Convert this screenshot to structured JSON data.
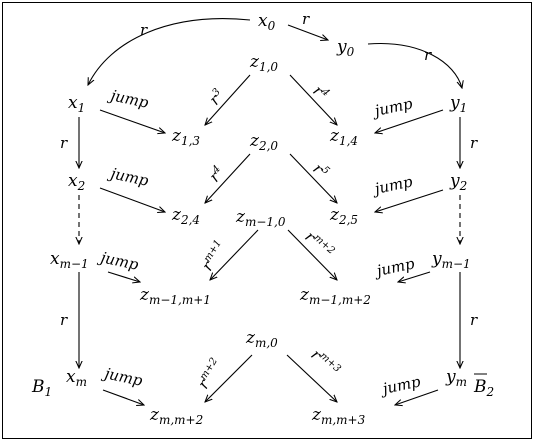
{
  "diagram": {
    "nodes": [
      {
        "id": "x0",
        "base": "x",
        "sub": "0"
      },
      {
        "id": "y0",
        "base": "y",
        "sub": "0"
      },
      {
        "id": "x1",
        "base": "x",
        "sub": "1"
      },
      {
        "id": "y1",
        "base": "y",
        "sub": "1"
      },
      {
        "id": "z10",
        "base": "z",
        "sub": "1,0"
      },
      {
        "id": "z13",
        "base": "z",
        "sub": "1,3"
      },
      {
        "id": "z14",
        "base": "z",
        "sub": "1,4"
      },
      {
        "id": "z20",
        "base": "z",
        "sub": "2,0"
      },
      {
        "id": "x2",
        "base": "x",
        "sub": "2"
      },
      {
        "id": "y2",
        "base": "y",
        "sub": "2"
      },
      {
        "id": "z24",
        "base": "z",
        "sub": "2,4"
      },
      {
        "id": "z25",
        "base": "z",
        "sub": "2,5"
      },
      {
        "id": "zm10",
        "base": "z",
        "sub": "m−1,0"
      },
      {
        "id": "xm1",
        "base": "x",
        "sub": "m−1"
      },
      {
        "id": "ym1",
        "base": "y",
        "sub": "m−1"
      },
      {
        "id": "zm1m1",
        "base": "z",
        "sub": "m−1,m+1"
      },
      {
        "id": "zm1m2",
        "base": "z",
        "sub": "m−1,m+2"
      },
      {
        "id": "zm0",
        "base": "z",
        "sub": "m,0"
      },
      {
        "id": "xm",
        "base": "x",
        "sub": "m"
      },
      {
        "id": "ym",
        "base": "y",
        "sub": "m"
      },
      {
        "id": "zmm2",
        "base": "z",
        "sub": "m,m+2"
      },
      {
        "id": "zmm3",
        "base": "z",
        "sub": "m,m+3"
      },
      {
        "id": "B1",
        "base": "B",
        "sub": "1"
      },
      {
        "id": "B2",
        "base": "B",
        "sub": "2",
        "overline": true
      }
    ],
    "edge_labels": [
      {
        "id": "r-x0-x1",
        "base": "r"
      },
      {
        "id": "r-x0-y0",
        "base": "r"
      },
      {
        "id": "r-y0-y1",
        "base": "r"
      },
      {
        "id": "r-x1-x2",
        "base": "r"
      },
      {
        "id": "r-y1-y2",
        "base": "r"
      },
      {
        "id": "r-xm1-xm",
        "base": "r"
      },
      {
        "id": "r-ym1-ym",
        "base": "r"
      },
      {
        "id": "jump-x1",
        "base": "jump"
      },
      {
        "id": "jump-y1",
        "base": "jump"
      },
      {
        "id": "jump-x2",
        "base": "jump"
      },
      {
        "id": "jump-y2",
        "base": "jump"
      },
      {
        "id": "jump-xm1",
        "base": "jump"
      },
      {
        "id": "jump-ym1",
        "base": "jump"
      },
      {
        "id": "jump-xm",
        "base": "jump"
      },
      {
        "id": "jump-ym",
        "base": "jump"
      },
      {
        "id": "r3",
        "base": "r",
        "sup": "3"
      },
      {
        "id": "r4a",
        "base": "r",
        "sup": "4"
      },
      {
        "id": "r4b",
        "base": "r",
        "sup": "4"
      },
      {
        "id": "r5",
        "base": "r",
        "sup": "5"
      },
      {
        "id": "rm1",
        "base": "r",
        "sup": "m+1"
      },
      {
        "id": "rm2a",
        "base": "r",
        "sup": "m+2"
      },
      {
        "id": "rm2b",
        "base": "r",
        "sup": "m+2"
      },
      {
        "id": "rm3",
        "base": "r",
        "sup": "m+3"
      }
    ]
  }
}
